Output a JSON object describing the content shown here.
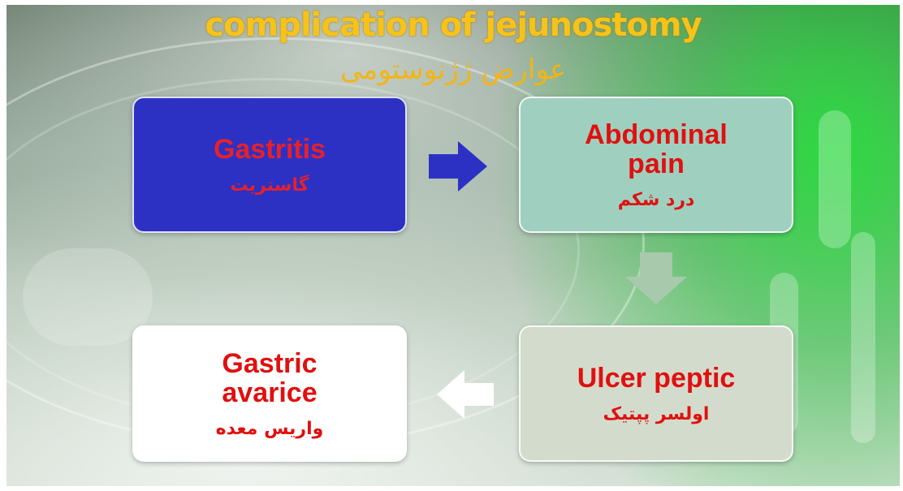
{
  "title": "complication of jejunostomy",
  "subtitle": "عوارض ژژنوستومی",
  "boxes": {
    "gastritis": {
      "en": "Gastritis",
      "fa": "گاستریت"
    },
    "abdominal": {
      "en_line1": "Abdominal",
      "en_line2": "pain",
      "fa": "درد شکم"
    },
    "ulcer": {
      "en": "Ulcer peptic",
      "fa": "اولسر پپتیک"
    },
    "avarice": {
      "en_line1": "Gastric",
      "en_line2": "avarice",
      "fa": "واریس معده"
    }
  },
  "colors": {
    "title": "#f7c21a",
    "box_text": "#e01010",
    "gastritis_fill": "#2c31c4",
    "abdominal_fill": "#9fd0bf",
    "ulcer_fill": "#d3dccc",
    "avarice_fill": "#ffffff"
  }
}
